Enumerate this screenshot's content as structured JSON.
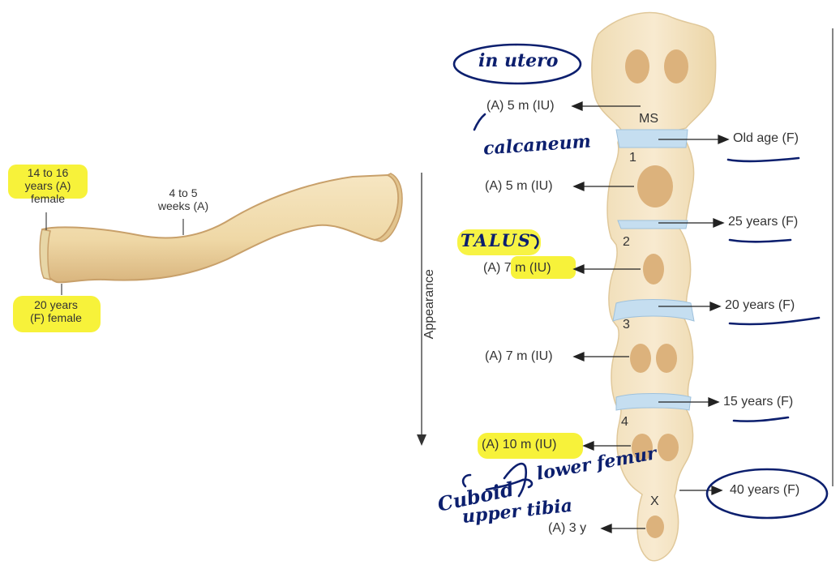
{
  "clavicle": {
    "medial_appearance": [
      "14 to 16",
      "years (A)",
      "female"
    ],
    "shaft_appearance": [
      "4 to 5",
      "weeks (A)"
    ],
    "medial_fusion": [
      "20 years",
      "(F) female"
    ]
  },
  "axis": {
    "label": "Appearance"
  },
  "segments": {
    "ms": "MS",
    "s1": "1",
    "s2": "2",
    "s3": "3",
    "s4": "4",
    "x": "X"
  },
  "appearance_labels": {
    "ms": "(A) 5 m (IU)",
    "s1": "(A) 5 m (IU)",
    "s2_prefix": "(A) ",
    "s2_highlight": "7 m (IU)",
    "s3": "(A) 7 m (IU)",
    "s4": "(A) 10 m (IU)",
    "x": "(A) 3 y"
  },
  "fusion_labels": {
    "ms_1": "Old age (F)",
    "1_2": "25 years (F)",
    "2_3": "20 years (F)",
    "3_4": "15 years (F)",
    "4_x": "40 years (F)"
  },
  "annotations": {
    "in_utero": "in utero",
    "calcaneum": "calcaneum",
    "talus": "TALUS",
    "cuboid": "Cuboid",
    "lower_femur": "lower femur",
    "upper_tibia": "upper tibia"
  },
  "colors": {
    "bone": "#f3dfb4",
    "bone_edge": "#c8a06a",
    "ossification": "#dcb27c",
    "cartilage": "#c5def0",
    "highlight": "#f7f23a",
    "ink": "#0c1f6e",
    "label_text": "#333333"
  }
}
